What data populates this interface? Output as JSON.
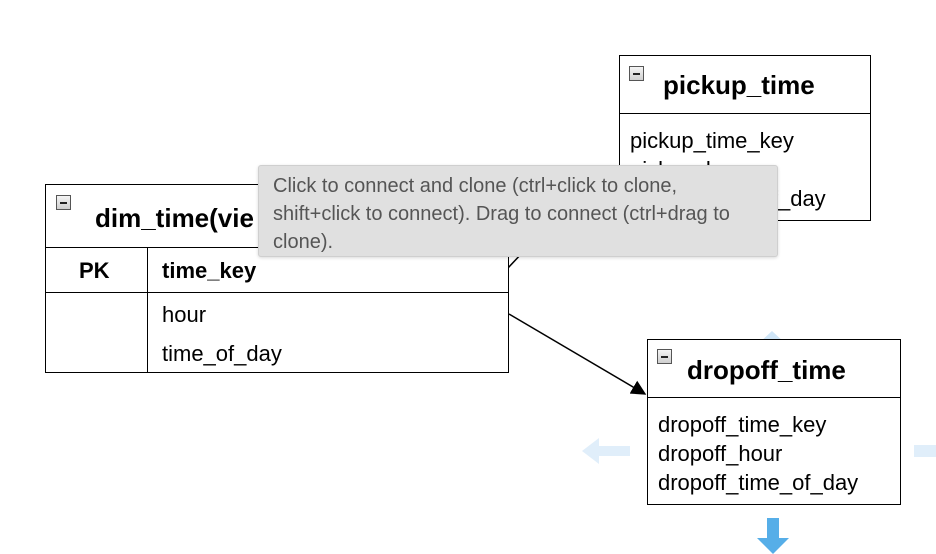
{
  "entities": {
    "dim_time": {
      "title": "dim_time(vie",
      "pk_header": "PK",
      "key_field": "time_key",
      "fields": [
        "hour",
        "time_of_day"
      ]
    },
    "pickup_time": {
      "title": "pickup_time",
      "fields": [
        "pickup_time_key",
        "pickup_hour",
        "pickup_time_of_day"
      ]
    },
    "dropoff_time": {
      "title": "dropoff_time",
      "fields": [
        "dropoff_time_key",
        "dropoff_hour",
        "dropoff_time_of_day"
      ]
    }
  },
  "tooltip": {
    "text": "Click to connect and clone (ctrl+click to clone, shift+click to connect). Drag to connect (ctrl+drag to clone)."
  },
  "icons": {
    "collapse": "minus-square-icon",
    "hover_arrows": "arrow-icon"
  },
  "colors": {
    "hover_arrow": "#cfe5f7",
    "hover_arrow_active": "#56aee8",
    "tooltip_bg": "#e0e0e0",
    "tooltip_text": "#555555"
  }
}
